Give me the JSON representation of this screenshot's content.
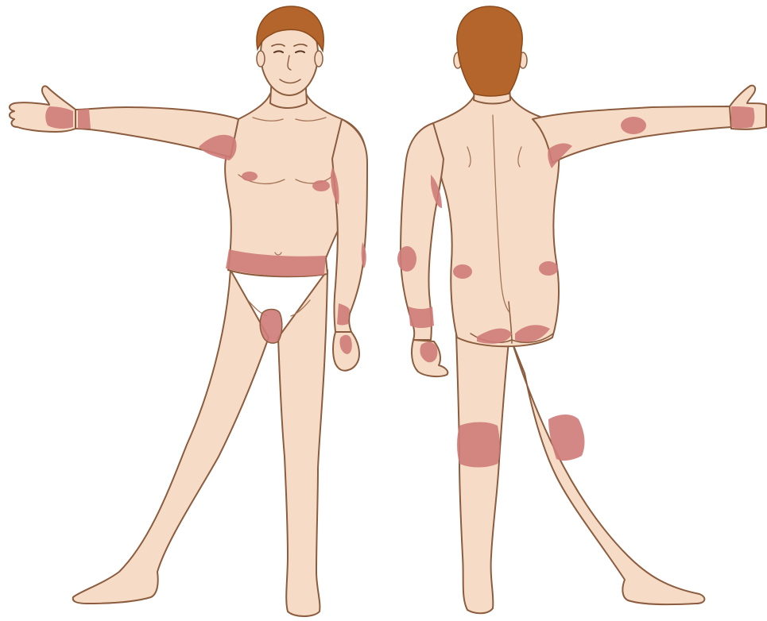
{
  "diagram": {
    "views": [
      "front",
      "back"
    ],
    "colors": {
      "skin": "#f6dcc7",
      "outline": "#8c5c3e",
      "hair": "#b4652b",
      "hair_shadow": "#8a4a1c",
      "affected_area": "#cf7b78",
      "background": "#ffffff"
    },
    "affected_regions": {
      "front": [
        "right-palm",
        "right-wrist",
        "right-armpit",
        "left-arm-inner",
        "left-elbow",
        "left-wrist",
        "left-hand",
        "nipples",
        "waistband",
        "genitals"
      ],
      "back": [
        "left-elbow",
        "left-forearm",
        "left-wrist",
        "left-hand",
        "right-armpit",
        "right-upper-arm",
        "right-hand",
        "lower-back-left",
        "lower-back-right",
        "buttocks-crease",
        "left-knee-back",
        "right-knee-back"
      ]
    }
  }
}
